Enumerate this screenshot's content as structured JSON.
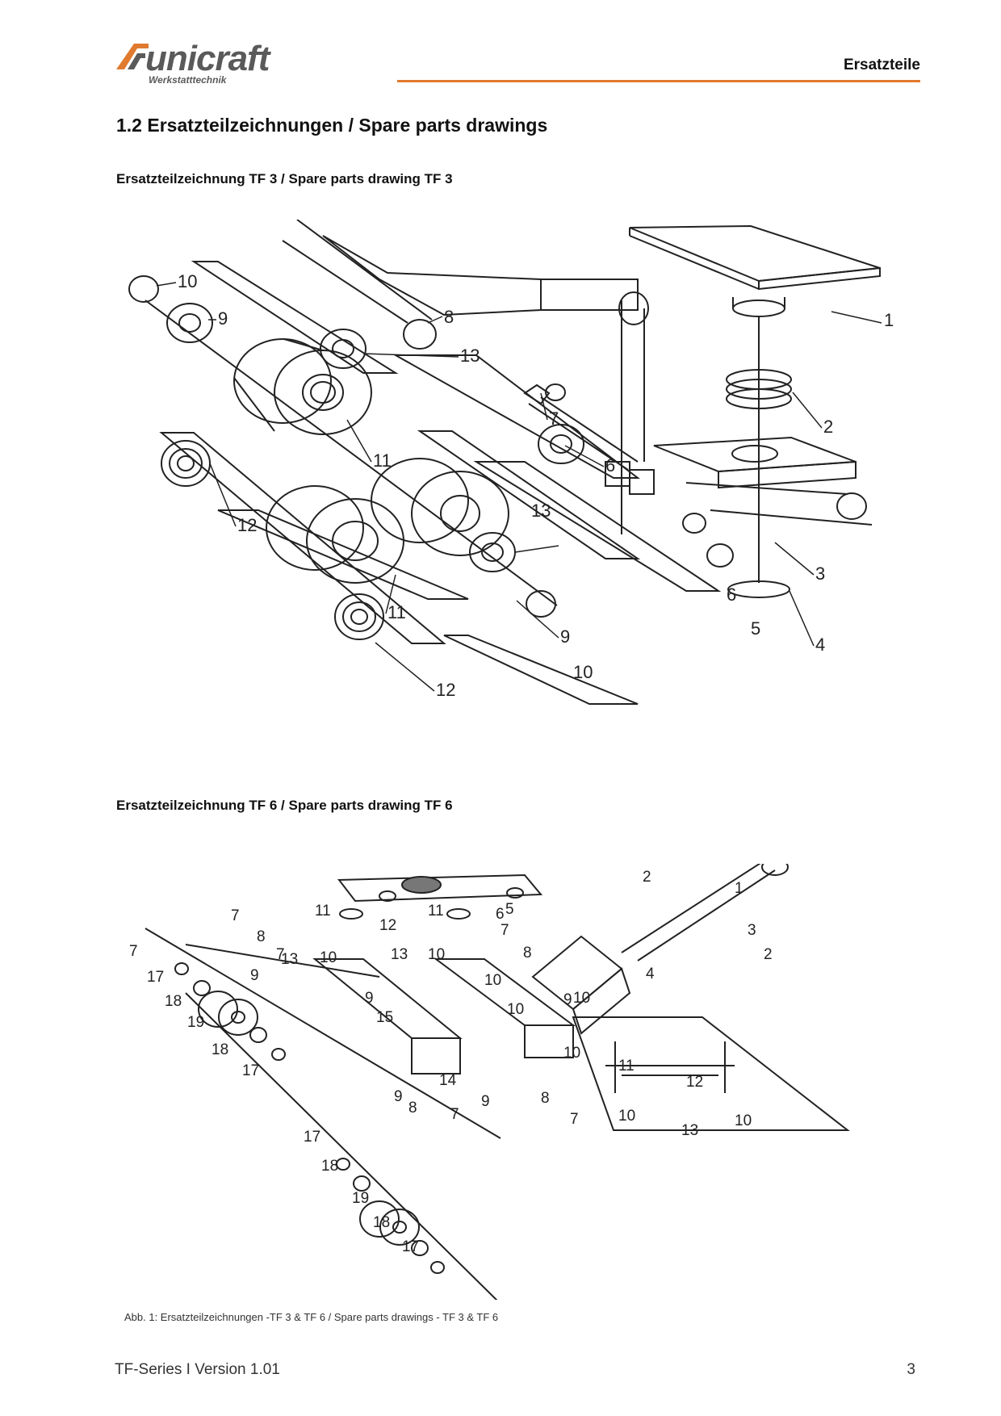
{
  "header": {
    "logo_text": "unicraft",
    "logo_sub": "Werkstatttechnik",
    "section": "Ersatzteile",
    "accent_color": "#e07a2e"
  },
  "heading": "1.2   Ersatzteilzeichnungen / Spare parts drawings",
  "drawing_tf3": {
    "title": "Ersatzteilzeichnung TF 3 / Spare parts drawing TF 3",
    "part_labels": [
      "10",
      "9",
      "8",
      "1",
      "13",
      "2",
      "7",
      "11",
      "6",
      "12",
      "13",
      "3",
      "6",
      "5",
      "11",
      "9",
      "4",
      "10",
      "12"
    ]
  },
  "drawing_tf6": {
    "title": "Ersatzteilzeichnung TF 6 / Spare parts drawing TF 6",
    "part_labels": [
      "2",
      "1",
      "5",
      "7",
      "11",
      "11",
      "6",
      "12",
      "7",
      "3",
      "8",
      "7",
      "13",
      "10",
      "13",
      "10",
      "8",
      "2",
      "4",
      "7",
      "17",
      "9",
      "10",
      "18",
      "9",
      "10",
      "9",
      "19",
      "15",
      "18",
      "10",
      "17",
      "14",
      "9",
      "8",
      "7",
      "11",
      "12",
      "10",
      "9",
      "8",
      "7",
      "10",
      "13",
      "10",
      "17",
      "18",
      "19",
      "18",
      "17"
    ]
  },
  "caption": "Abb. 1: Ersatzteilzeichnungen -TF 3 & TF 6 / Spare parts drawings - TF 3 & TF 6",
  "footer": {
    "series": "TF-Series I Version 1.01",
    "page": "3"
  }
}
